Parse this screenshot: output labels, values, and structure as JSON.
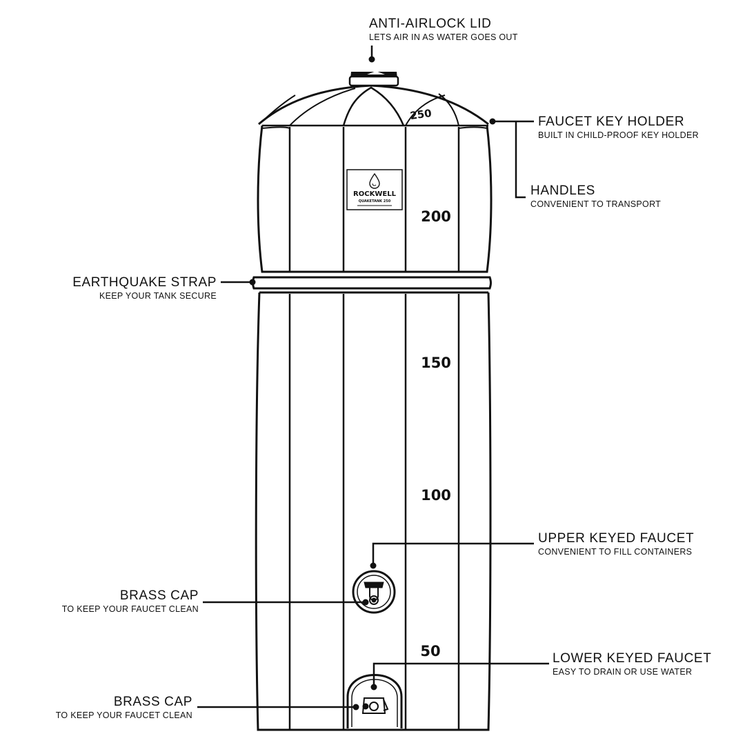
{
  "callouts": {
    "lid": {
      "title": "ANTI-AIRLOCK LID",
      "sub": "LETS AIR IN AS WATER GOES OUT"
    },
    "key": {
      "title": "FAUCET KEY HOLDER",
      "sub": "BUILT IN CHILD-PROOF KEY HOLDER"
    },
    "handles": {
      "title": "HANDLES",
      "sub": "CONVENIENT TO TRANSPORT"
    },
    "strap": {
      "title": "EARTHQUAKE STRAP",
      "sub": "KEEP YOUR TANK SECURE"
    },
    "upper": {
      "title": "UPPER KEYED FAUCET",
      "sub": "CONVENIENT TO FILL CONTAINERS"
    },
    "brass1": {
      "title": "BRASS CAP",
      "sub": "TO KEEP YOUR FAUCET CLEAN"
    },
    "lower": {
      "title": "LOWER KEYED FAUCET",
      "sub": "EASY TO DRAIN OR USE WATER"
    },
    "brass2": {
      "title": "BRASS CAP",
      "sub": "TO KEEP YOUR FAUCET CLEAN"
    }
  },
  "gauge": [
    "250",
    "200",
    "150",
    "100",
    "50"
  ],
  "brand": {
    "name": "ROCKWELL",
    "model": "QUAKETANK 250"
  }
}
